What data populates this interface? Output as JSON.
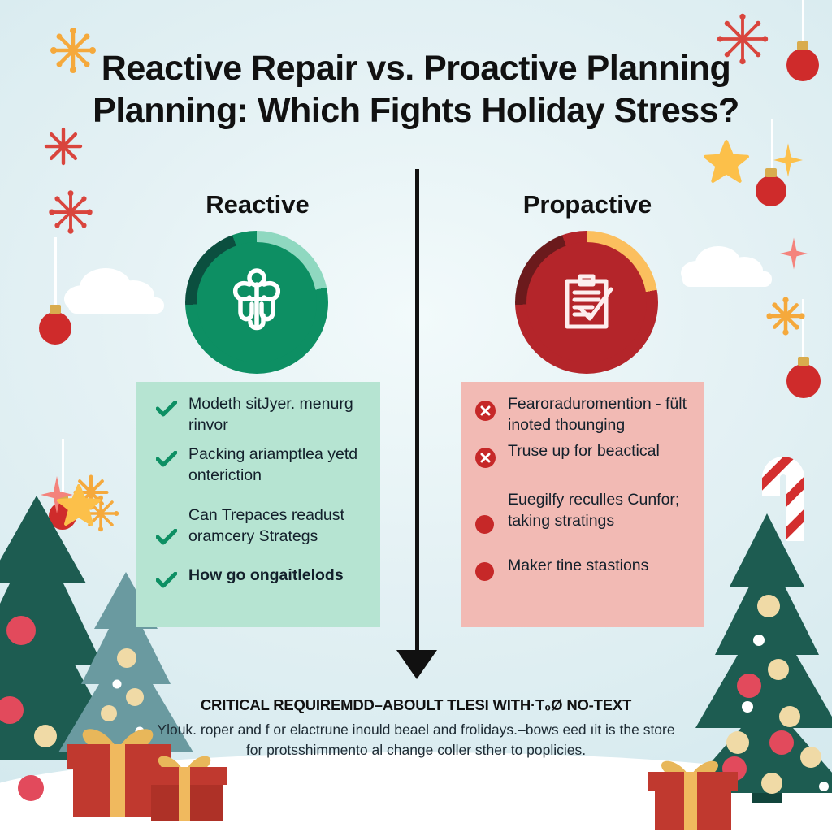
{
  "poster": {
    "title_line1": "Reactive Repair vs. Proactive Planning",
    "title_line2": "Planning: Which Fights Holiday Stress?"
  },
  "columns": {
    "left": {
      "heading": "Reactive",
      "icon_name": "wrench-tool-icon",
      "ring_color": "#0d8f63",
      "ring_dark": "#0b4f3f",
      "ring_light": "#8fd8c0",
      "panel_color": "#b6e4d2",
      "items": [
        {
          "mark": "check",
          "text": "Modeth sitJyer. menurg rinvor"
        },
        {
          "mark": "check",
          "text": "Packing ariamptlea yetd onteriction"
        },
        {
          "mark": "check",
          "text": "Can Trepaces readust oramcery Strategs"
        },
        {
          "mark": "check",
          "text": "How go ongaitlelods"
        }
      ]
    },
    "right": {
      "heading": "Propactive",
      "icon_name": "clipboard-check-icon",
      "ring_color": "#b4252a",
      "ring_dark": "#6b1a1c",
      "ring_light": "#fbbf5e",
      "panel_color": "#f2bab4",
      "items": [
        {
          "mark": "x",
          "text": "Fearoraduromention - fült inoted thounging"
        },
        {
          "mark": "x",
          "text": "Truse up for beactical"
        },
        {
          "mark": "dot",
          "text": "Euegilfy reculles Cunfor; taking stratings"
        },
        {
          "mark": "dot",
          "text": "Maker tine stastions"
        }
      ]
    }
  },
  "footer": {
    "headline": "CRITICAL REQUIREMDD–ABOULT TLESI WITH·T₀Ø NO-TEXT",
    "body_line1": "Ylouk. roper and f or elactrune inould beael and frolidays.–bows eed ıit is the store",
    "body_line2": "for protsshimmento al change coller sther to poplicies."
  },
  "colors": {
    "background_top": "#f2fafb",
    "background_bottom": "#d4e9ee",
    "ink": "#111111",
    "ornament_red": "#cf2b2b",
    "ornament_gold": "#d9ac4e",
    "snow_white": "#ffffff",
    "tree_dark": "#1d5c51",
    "tree_muted": "#6a9aa0",
    "gift_red": "#c0392f",
    "ribbon_gold": "#e8b75a",
    "snowflake_orange": "#f5a93c",
    "snowflake_red": "#d9453d",
    "star_gold": "#fcc04a",
    "star_pink": "#f4837c",
    "candy_red": "#d32f2f"
  },
  "decor": {
    "ornament_label": "hanging-ornament",
    "snowflake_label": "snowflake",
    "tree_label": "christmas-tree",
    "gift_label": "gift-box",
    "cloud_label": "cloud",
    "candycane_label": "candy-cane",
    "star_label": "star"
  }
}
